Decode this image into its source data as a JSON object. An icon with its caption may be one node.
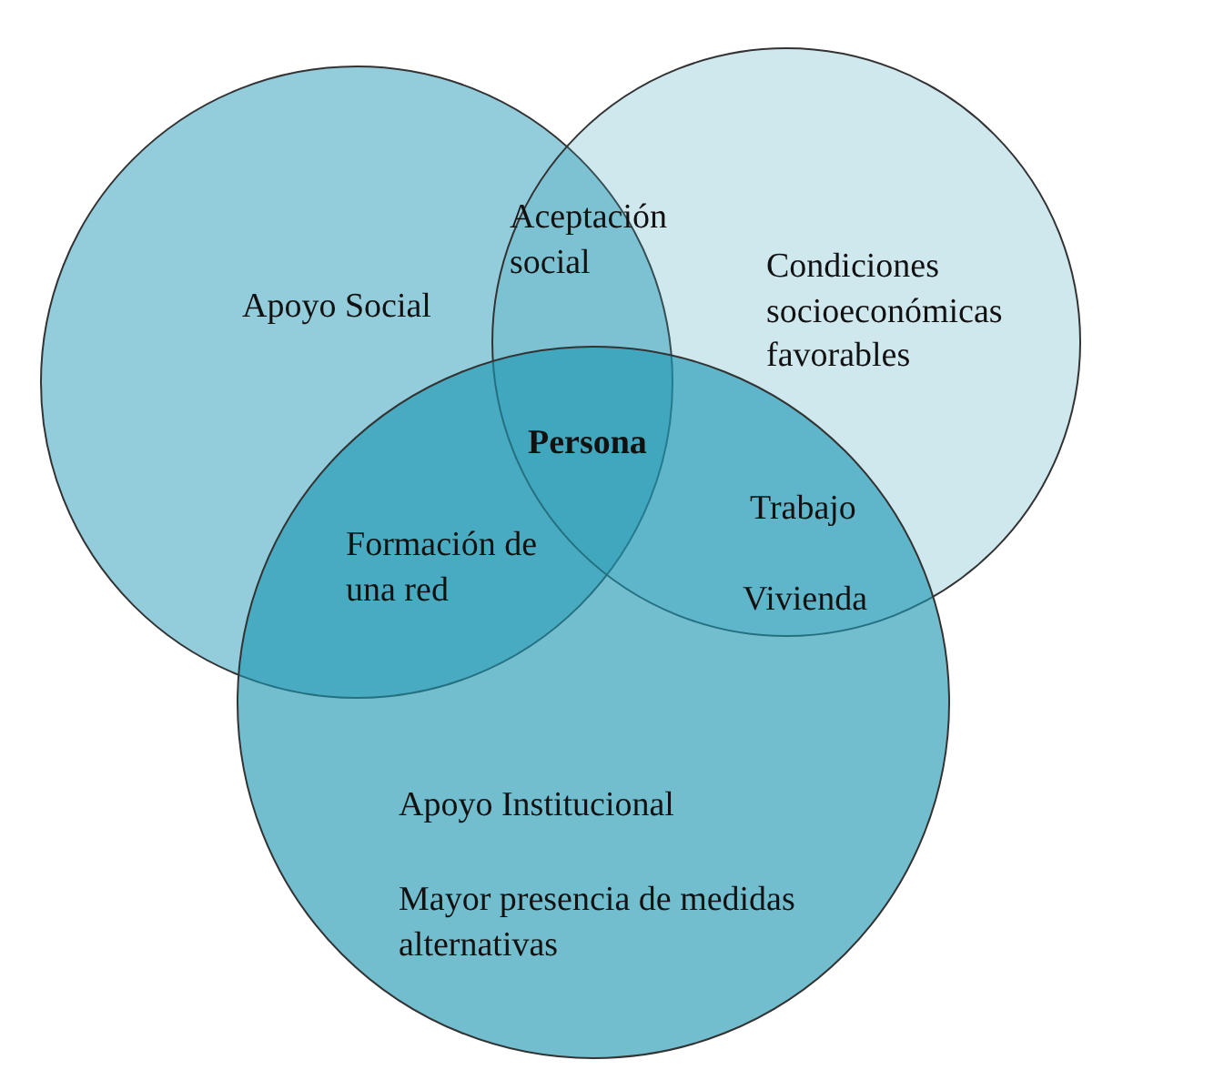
{
  "diagram": {
    "nodes": [
      {
        "text": [
          "Apoyo Social"
        ]
      },
      {
        "text": [
          "Condiciones socioeconómicas favorables"
        ]
      },
      {
        "text": [
          "Apoyo Institucional",
          "Mayor presencia de medidas alternativas"
        ]
      }
    ],
    "labels": [
      "Aceptación social",
      "Persona",
      "Formación de una red",
      "Trabajo",
      "Vivienda"
    ]
  }
}
